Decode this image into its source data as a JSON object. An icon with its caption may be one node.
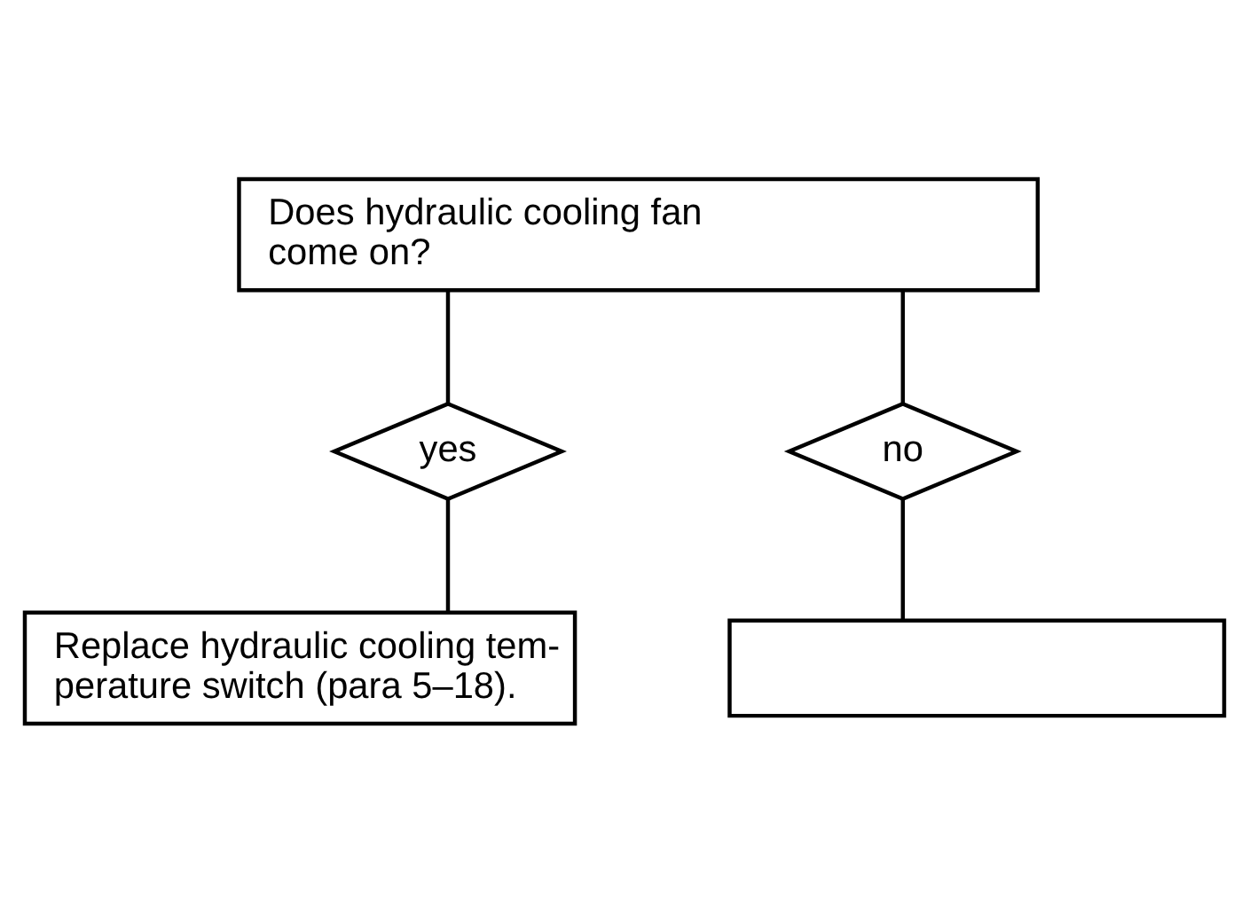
{
  "diagram": {
    "nodes": [
      {
        "text": [
          "Does hydraulic cooling fan come on?"
        ]
      },
      {
        "text": [
          "yes"
        ]
      },
      {
        "text": [
          "no"
        ]
      },
      {
        "text": [
          "Replace hydraulic cooling tem- perature switch (para 5–18)."
        ]
      },
      {
        "text": [],
        "shape": "box"
      }
    ],
    "edges": [
      {
        "from": 0,
        "to": 1,
        "arrow": "none"
      },
      {
        "from": 0,
        "to": 2,
        "arrow": "none"
      },
      {
        "from": 1,
        "to": 3,
        "arrow": "none"
      },
      {
        "from": 2,
        "to": 4,
        "arrow": "none"
      }
    ]
  }
}
